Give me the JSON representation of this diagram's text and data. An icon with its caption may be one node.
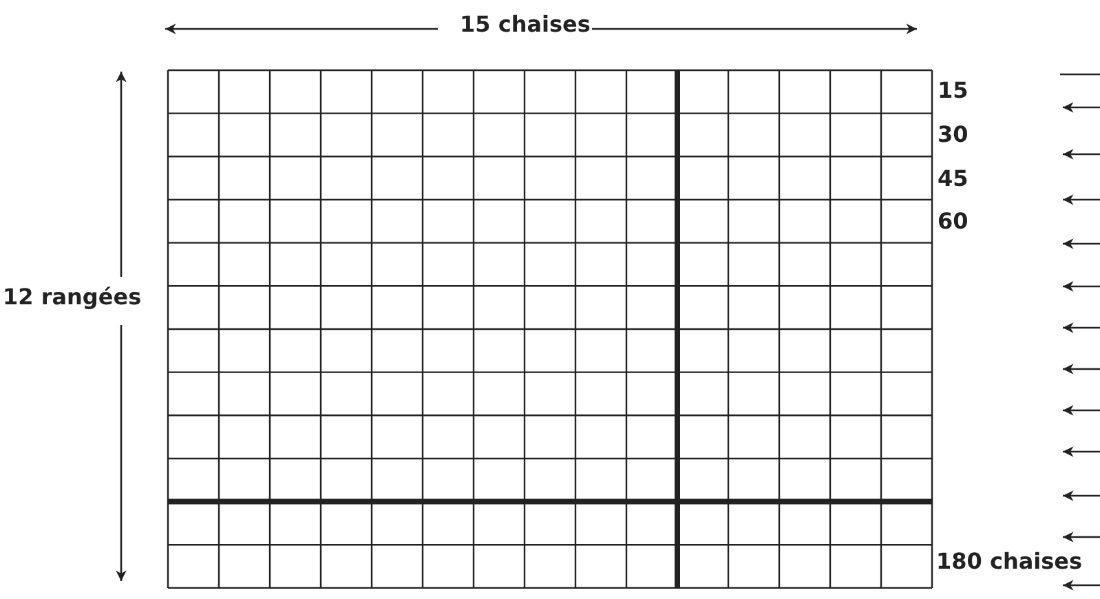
{
  "diagram": {
    "labels": [
      "15 chaises",
      "12 rangées",
      "15",
      "30",
      "45",
      "60",
      "180 chaises"
    ]
  }
}
